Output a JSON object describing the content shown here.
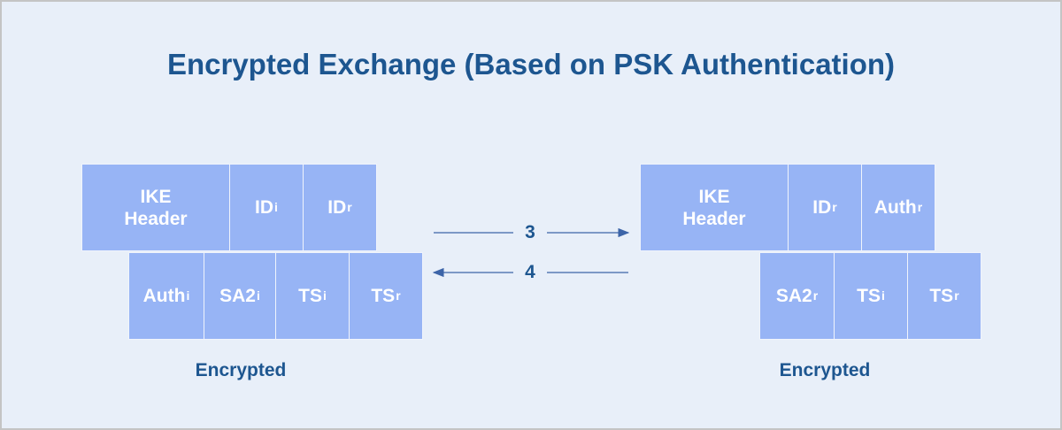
{
  "title": "Encrypted Exchange (Based on PSK Authentication)",
  "left_packet": {
    "row1": {
      "ike_header": {
        "line1": "IKE",
        "line2": "Header"
      },
      "id_i": {
        "base": "ID",
        "sub": "i"
      },
      "id_r": {
        "base": "ID",
        "sub": "r"
      }
    },
    "row2": {
      "auth_i": {
        "base": "Auth",
        "sub": "i"
      },
      "sa2_i": {
        "base": "SA2",
        "sub": "i"
      },
      "ts_i": {
        "base": "TS",
        "sub": "i"
      },
      "ts_r": {
        "base": "TS",
        "sub": "r"
      }
    },
    "caption": "Encrypted"
  },
  "right_packet": {
    "row1": {
      "ike_header": {
        "line1": "IKE",
        "line2": "Header"
      },
      "id_r": {
        "base": "ID",
        "sub": "r"
      },
      "auth_r": {
        "base": "Auth",
        "sub": "r"
      }
    },
    "row2": {
      "sa2_r": {
        "base": "SA2",
        "sub": "r"
      },
      "ts_i": {
        "base": "TS",
        "sub": "i"
      },
      "ts_r": {
        "base": "TS",
        "sub": "r"
      }
    },
    "caption": "Encrypted"
  },
  "arrows": {
    "forward_label": "3",
    "backward_label": "4",
    "color": "#3c64a8"
  },
  "colors": {
    "cell_fill": "#97b4f5",
    "background": "#e8eff9",
    "text_dark": "#1d5690"
  }
}
